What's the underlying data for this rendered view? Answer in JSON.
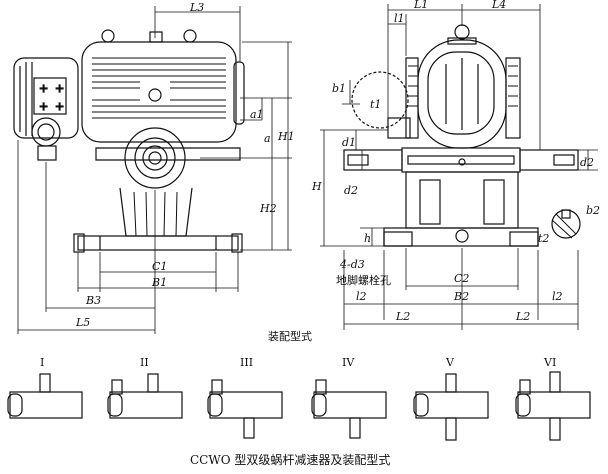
{
  "front_view": {
    "top_dims": [
      "L3"
    ],
    "left_dims": [
      "B3",
      "L5"
    ],
    "bottom_dims": [
      "C1",
      "B1"
    ],
    "right_dims": [
      "a1",
      "a",
      "H1",
      "H2"
    ]
  },
  "side_view": {
    "top_dims": [
      "L1",
      "L4",
      "l1"
    ],
    "left_dims": [
      "b1",
      "t1",
      "d1",
      "H",
      "d2",
      "h"
    ],
    "right_dims": [
      "d2",
      "b2",
      "t2"
    ],
    "bottom_dims": [
      "C2",
      "l2",
      "B2",
      "l2",
      "L2",
      "L2"
    ],
    "foot_bolt_label": "4-d3",
    "foot_bolt_text": "地脚螺栓孔"
  },
  "assembly_label": "装配型式",
  "assembly_types": [
    "I",
    "II",
    "III",
    "IV",
    "V",
    "VI"
  ],
  "caption": "CCWO 型双级蜗杆减速器及装配型式"
}
